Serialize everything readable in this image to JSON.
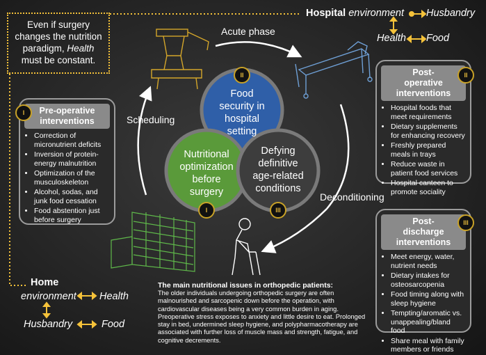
{
  "quote": {
    "line1": "Even if surgery",
    "line2": "changes the nutrition",
    "line3_a": "paradigm, ",
    "line3_b": "Health",
    "line4": "must be constant."
  },
  "hospital": {
    "title": "Hospital",
    "environment": "environment",
    "husbandry": "Husbandry",
    "health": "Health",
    "food": "Food"
  },
  "phases": {
    "acute": "Acute phase",
    "scheduling": "Scheduling",
    "deconditioning": "Deconditioning"
  },
  "circles": {
    "top": {
      "l1": "Food",
      "l2": "security in",
      "l3": "hospital setting",
      "badge": "II"
    },
    "left": {
      "l1": "Nutritional",
      "l2": "optimization",
      "l3": "before",
      "l4": "surgery",
      "badge": "I"
    },
    "right": {
      "l1": "Defying",
      "l2": "definitive",
      "l3": "age-related",
      "l4": "conditions",
      "badge": "III"
    }
  },
  "pre_op": {
    "title": "Pre-operative interventions",
    "badge": "I",
    "items": [
      "Correction of micronutrient deficits",
      "Inversion of protein-energy malnutrition",
      "Optimization of the musculoskeleton",
      "Alcohol, sodas, and junk food cessation",
      "Food abstention just before surgery"
    ]
  },
  "post_op": {
    "title": "Post-operative interventions",
    "badge": "II",
    "items": [
      "Hospital foods that meet requirements",
      "Dietary supplements for enhancing recovery",
      "Freshly prepared meals in trays",
      "Reduce waste in patient food services",
      "Hospital canteen to promote sociality"
    ]
  },
  "post_dis": {
    "title": "Post-discharge interventions",
    "badge": "III",
    "items": [
      "Meet energy, water, nutrient needs",
      "Dietary intakes for osteosarcopenia",
      "Food timing along with sleep hygiene",
      "Tempting/aromatic vs. unappealing/bland food",
      "Share meal with family members or friends"
    ]
  },
  "home": {
    "title": "Home",
    "environment": "environment",
    "health": "Health",
    "husbandry": "Husbandry",
    "food": "Food"
  },
  "issues": {
    "title": "The main nutritional issues in orthopedic patients:",
    "body": "The older individuals undergoing orthopedic surgery are often malnourished and sarcopenic down before the operation, with cardiovascular diseases being a very common burden in aging. Preoperative stress exposes to anxiety and little desire to eat. Prolonged stay in bed, undermined sleep hygiene, and polypharmacotherapy are associated with further loss of muscle mass and strength, fatigue, and cognitive decrements."
  },
  "colors": {
    "accent": "#f5c23a",
    "blue": "#2f5fa8",
    "green": "#5a9a3a",
    "dark": "#3d3d3d"
  }
}
